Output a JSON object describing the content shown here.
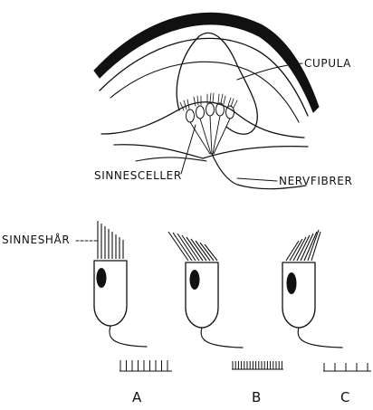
{
  "labels": {
    "cupula": "CUPULA",
    "sinnesceller": "SINNESCELLER",
    "nervfibrer": "NERVFIBRER",
    "sinneshar": "SINNESHÅR"
  },
  "cells": [
    {
      "letter": "A",
      "hair_tilt": "upright",
      "spike_rate": "medium"
    },
    {
      "letter": "B",
      "hair_tilt": "left",
      "spike_rate": "high"
    },
    {
      "letter": "C",
      "hair_tilt": "right",
      "spike_rate": "low"
    }
  ],
  "colors": {
    "ink": "#111111",
    "background": "#ffffff"
  }
}
